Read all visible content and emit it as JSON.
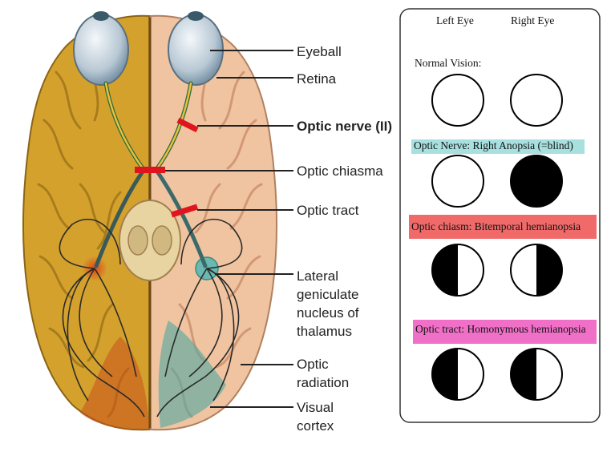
{
  "labels": {
    "eyeball": "Eyeball",
    "retina": "Retina",
    "optic_nerve": "Optic nerve (II)",
    "optic_chiasma": "Optic chiasma",
    "optic_tract": "Optic tract",
    "lgn_line1": "Lateral",
    "lgn_line2": "geniculate",
    "lgn_line3": "nucleus of",
    "lgn_line4": "thalamus",
    "radiation_line1": "Optic",
    "radiation_line2": "radiation",
    "cortex_line1": "Visual",
    "cortex_line2": "cortex"
  },
  "panel": {
    "left_eye": "Left Eye",
    "right_eye": "Right Eye",
    "rows": [
      {
        "title": "Normal Vision:",
        "highlight": "",
        "left": "none",
        "right": "none"
      },
      {
        "title": "Optic Nerve: Right Anopsia (=blind)",
        "highlight": "#a8e0e0",
        "left": "none",
        "right": "full"
      },
      {
        "title": "Optic chiasm: Bitemporal hemianopsia",
        "highlight": "#f06a6a",
        "left": "left-half",
        "right": "right-half"
      },
      {
        "title": "Optic tract: Homonymous hemianopsia",
        "highlight": "#f070c8",
        "left": "left-half",
        "right": "left-half"
      }
    ]
  },
  "colors": {
    "lesion": "#e0141e",
    "brain_left": "#d9a82a",
    "brain_right": "#f2c8a8",
    "highlight_nerve": "#a8e0e0",
    "highlight_chiasm": "#f06a6a",
    "highlight_tract": "#f070c8"
  }
}
